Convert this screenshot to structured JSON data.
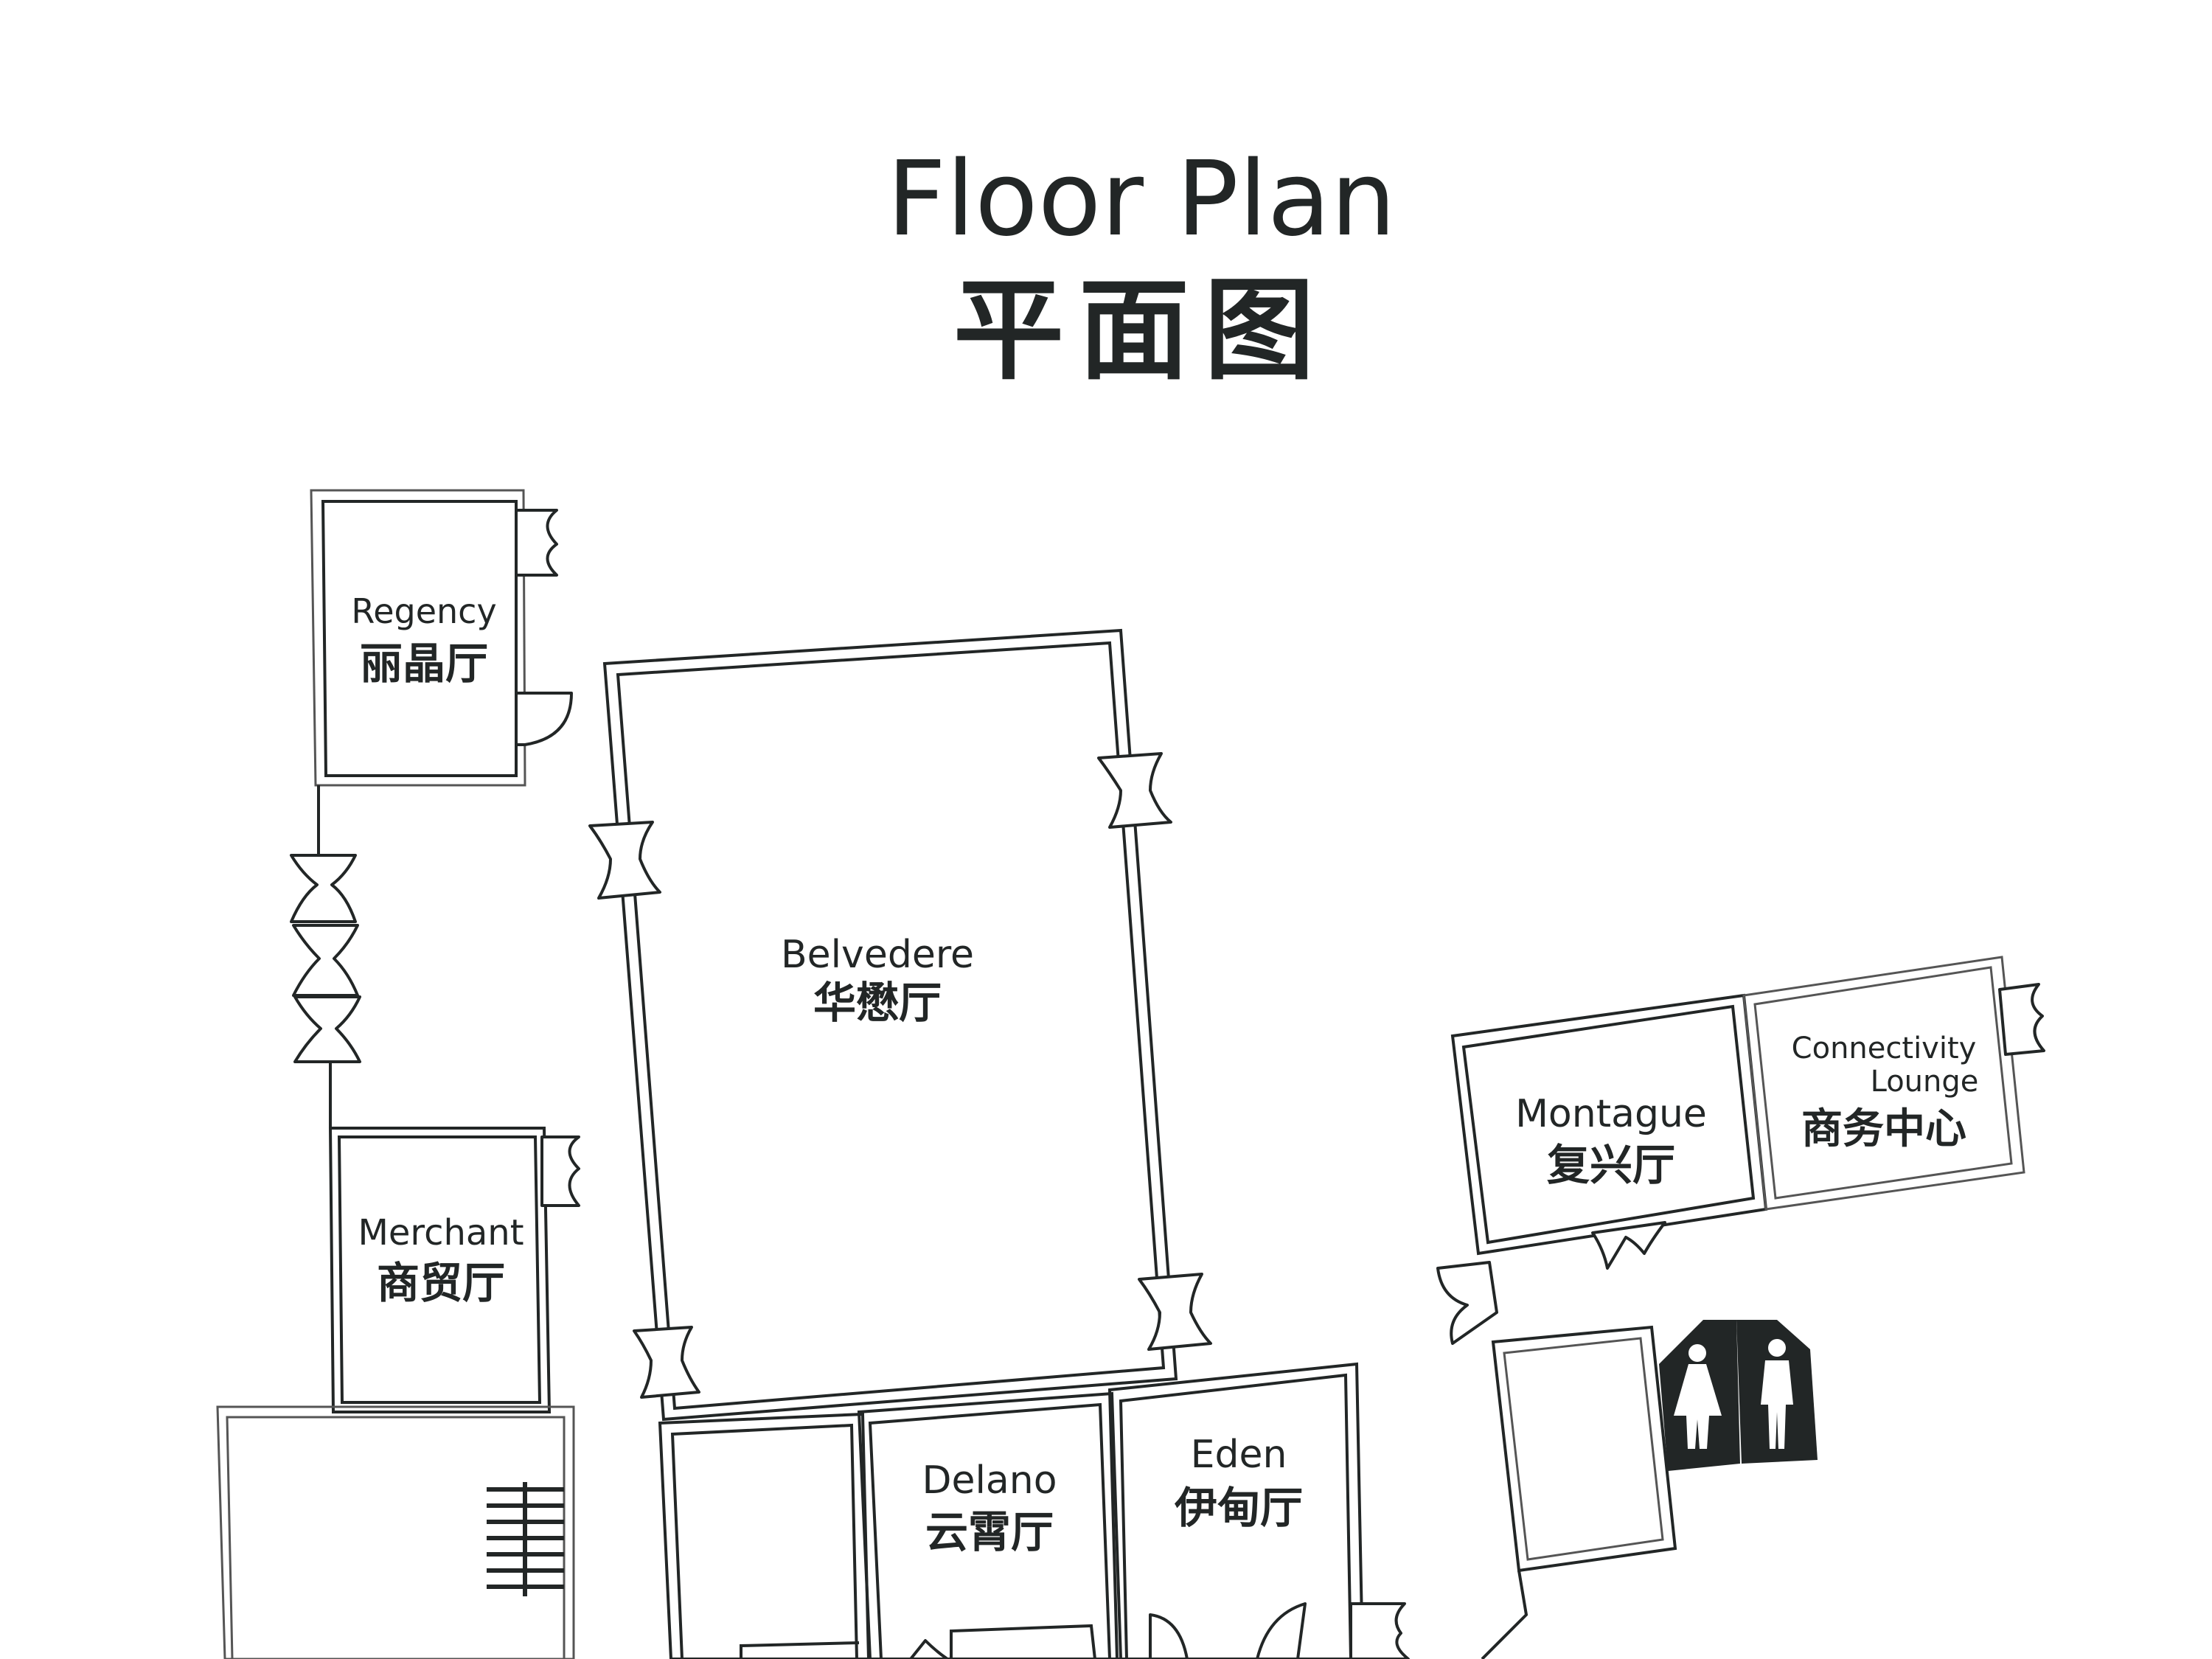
{
  "title": {
    "en": "Floor Plan",
    "cn": "平面图"
  },
  "rooms": {
    "regency": {
      "en": "Regency",
      "cn": "丽晶厅"
    },
    "belvedere": {
      "en": "Belvedere",
      "cn": "华懋厅"
    },
    "merchant": {
      "en": "Merchant",
      "cn": "商贸厅"
    },
    "montague": {
      "en": "Montague",
      "cn": "复兴厅"
    },
    "connectivity": {
      "en_line1": "Connectivity",
      "en_line2": "Lounge",
      "cn": "商务中心"
    },
    "delano": {
      "en": "Delano",
      "cn": "云霄厅"
    },
    "eden": {
      "en": "Eden",
      "cn": "伊甸厅"
    }
  },
  "icons": {
    "restroom": "restroom-female-male-icon",
    "stairs": "stairs-icon"
  },
  "colors": {
    "ink": "#222626",
    "background": "#ffffff"
  }
}
